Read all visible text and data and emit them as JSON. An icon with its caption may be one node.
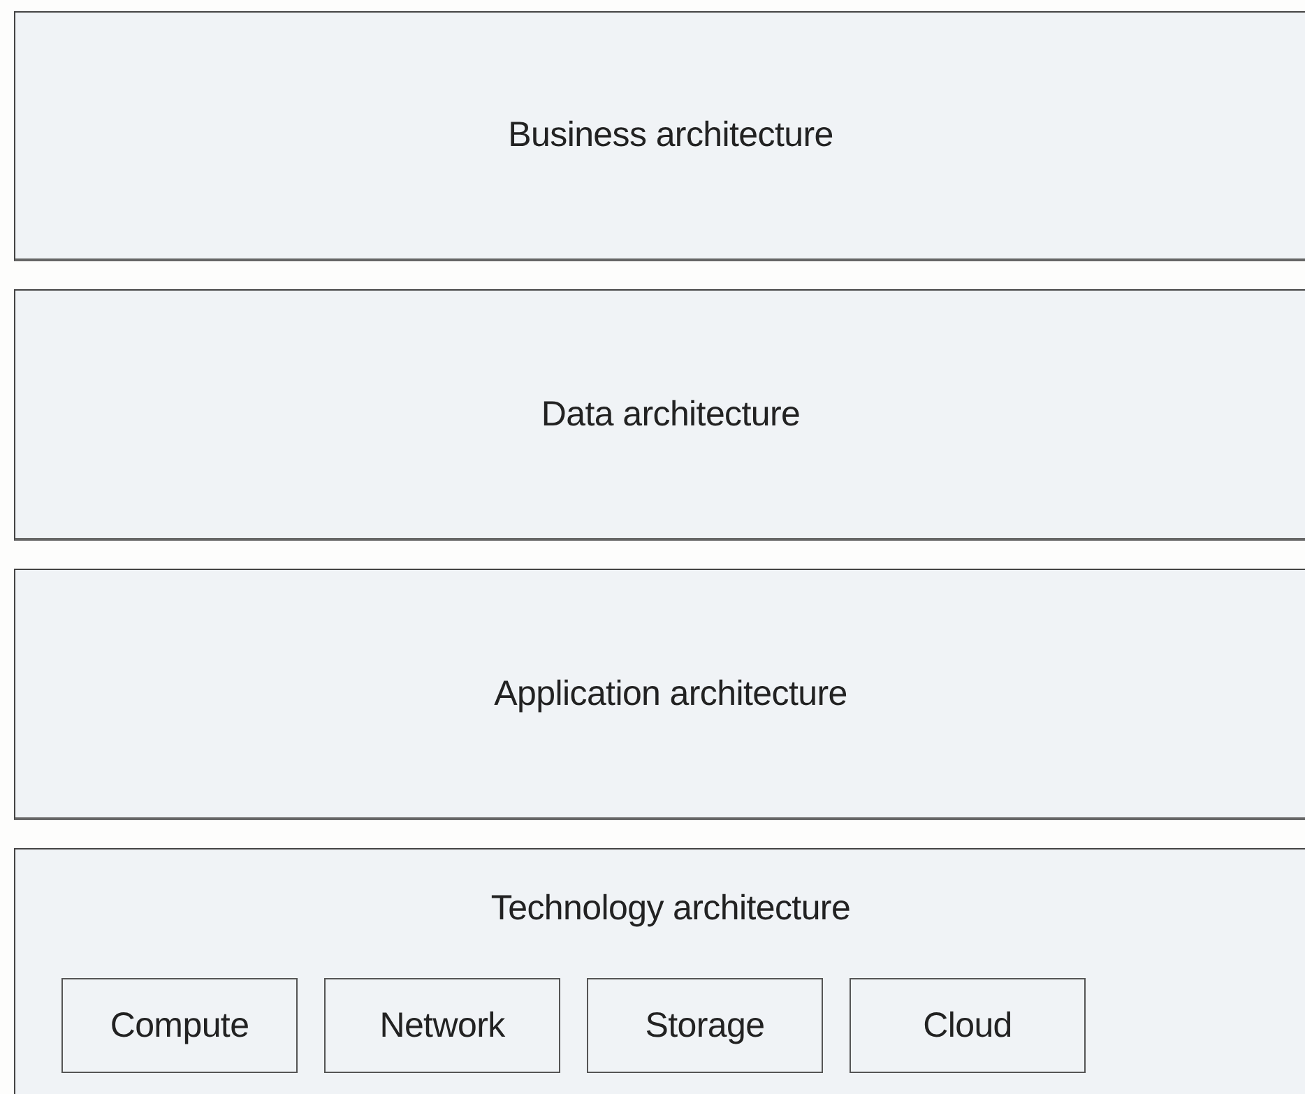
{
  "diagram": {
    "nodes": [
      {
        "text": [
          "Business architecture"
        ]
      },
      {
        "text": [
          "Data architecture"
        ]
      },
      {
        "text": [
          "Application architecture"
        ]
      },
      {
        "text": [
          "Technology architecture"
        ]
      },
      {
        "text": [
          "Compute"
        ],
        "in": 3
      },
      {
        "text": [
          "Network"
        ],
        "in": 3
      },
      {
        "text": [
          "Storage"
        ],
        "in": 3
      },
      {
        "text": [
          "Cloud"
        ],
        "in": 3
      }
    ]
  }
}
